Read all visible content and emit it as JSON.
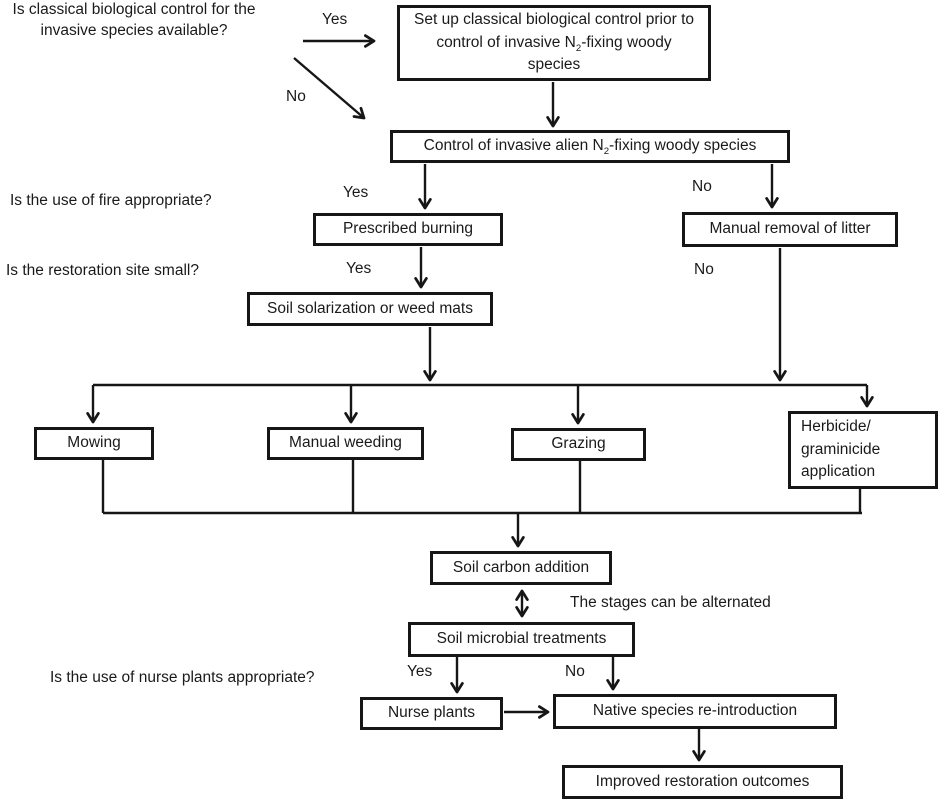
{
  "canvas": {
    "background": "#ffffff",
    "ink": "#161616"
  },
  "questions": {
    "biocontrol": "Is classical biological control for the\ninvasive species available?",
    "fire": "Is the use of fire appropriate?",
    "site": "Is the restoration site small?",
    "nurse": "Is the use of nurse plants appropriate?"
  },
  "labels": {
    "yes": "Yes",
    "no": "No",
    "alternated": "The stages can be alternated"
  },
  "nodes": {
    "setup": {
      "pre": "Set up classical biological control prior to control of invasive N",
      "sub": "2",
      "post": "-fixing woody species"
    },
    "control": {
      "pre": "Control of invasive alien N",
      "sub": "2",
      "post": "-fixing woody species"
    },
    "burning": "Prescribed burning",
    "litter": "Manual removal of litter",
    "solarization": "Soil solarization or weed mats",
    "mowing": "Mowing",
    "weeding": "Manual weeding",
    "grazing": "Grazing",
    "herbicide": "Herbicide/\ngraminicide\napplication",
    "soil_carbon": "Soil carbon addition",
    "soil_microbial": "Soil microbial treatments",
    "nurse_plants": "Nurse plants",
    "native": "Native species re-introduction",
    "improved": "Improved restoration outcomes"
  }
}
